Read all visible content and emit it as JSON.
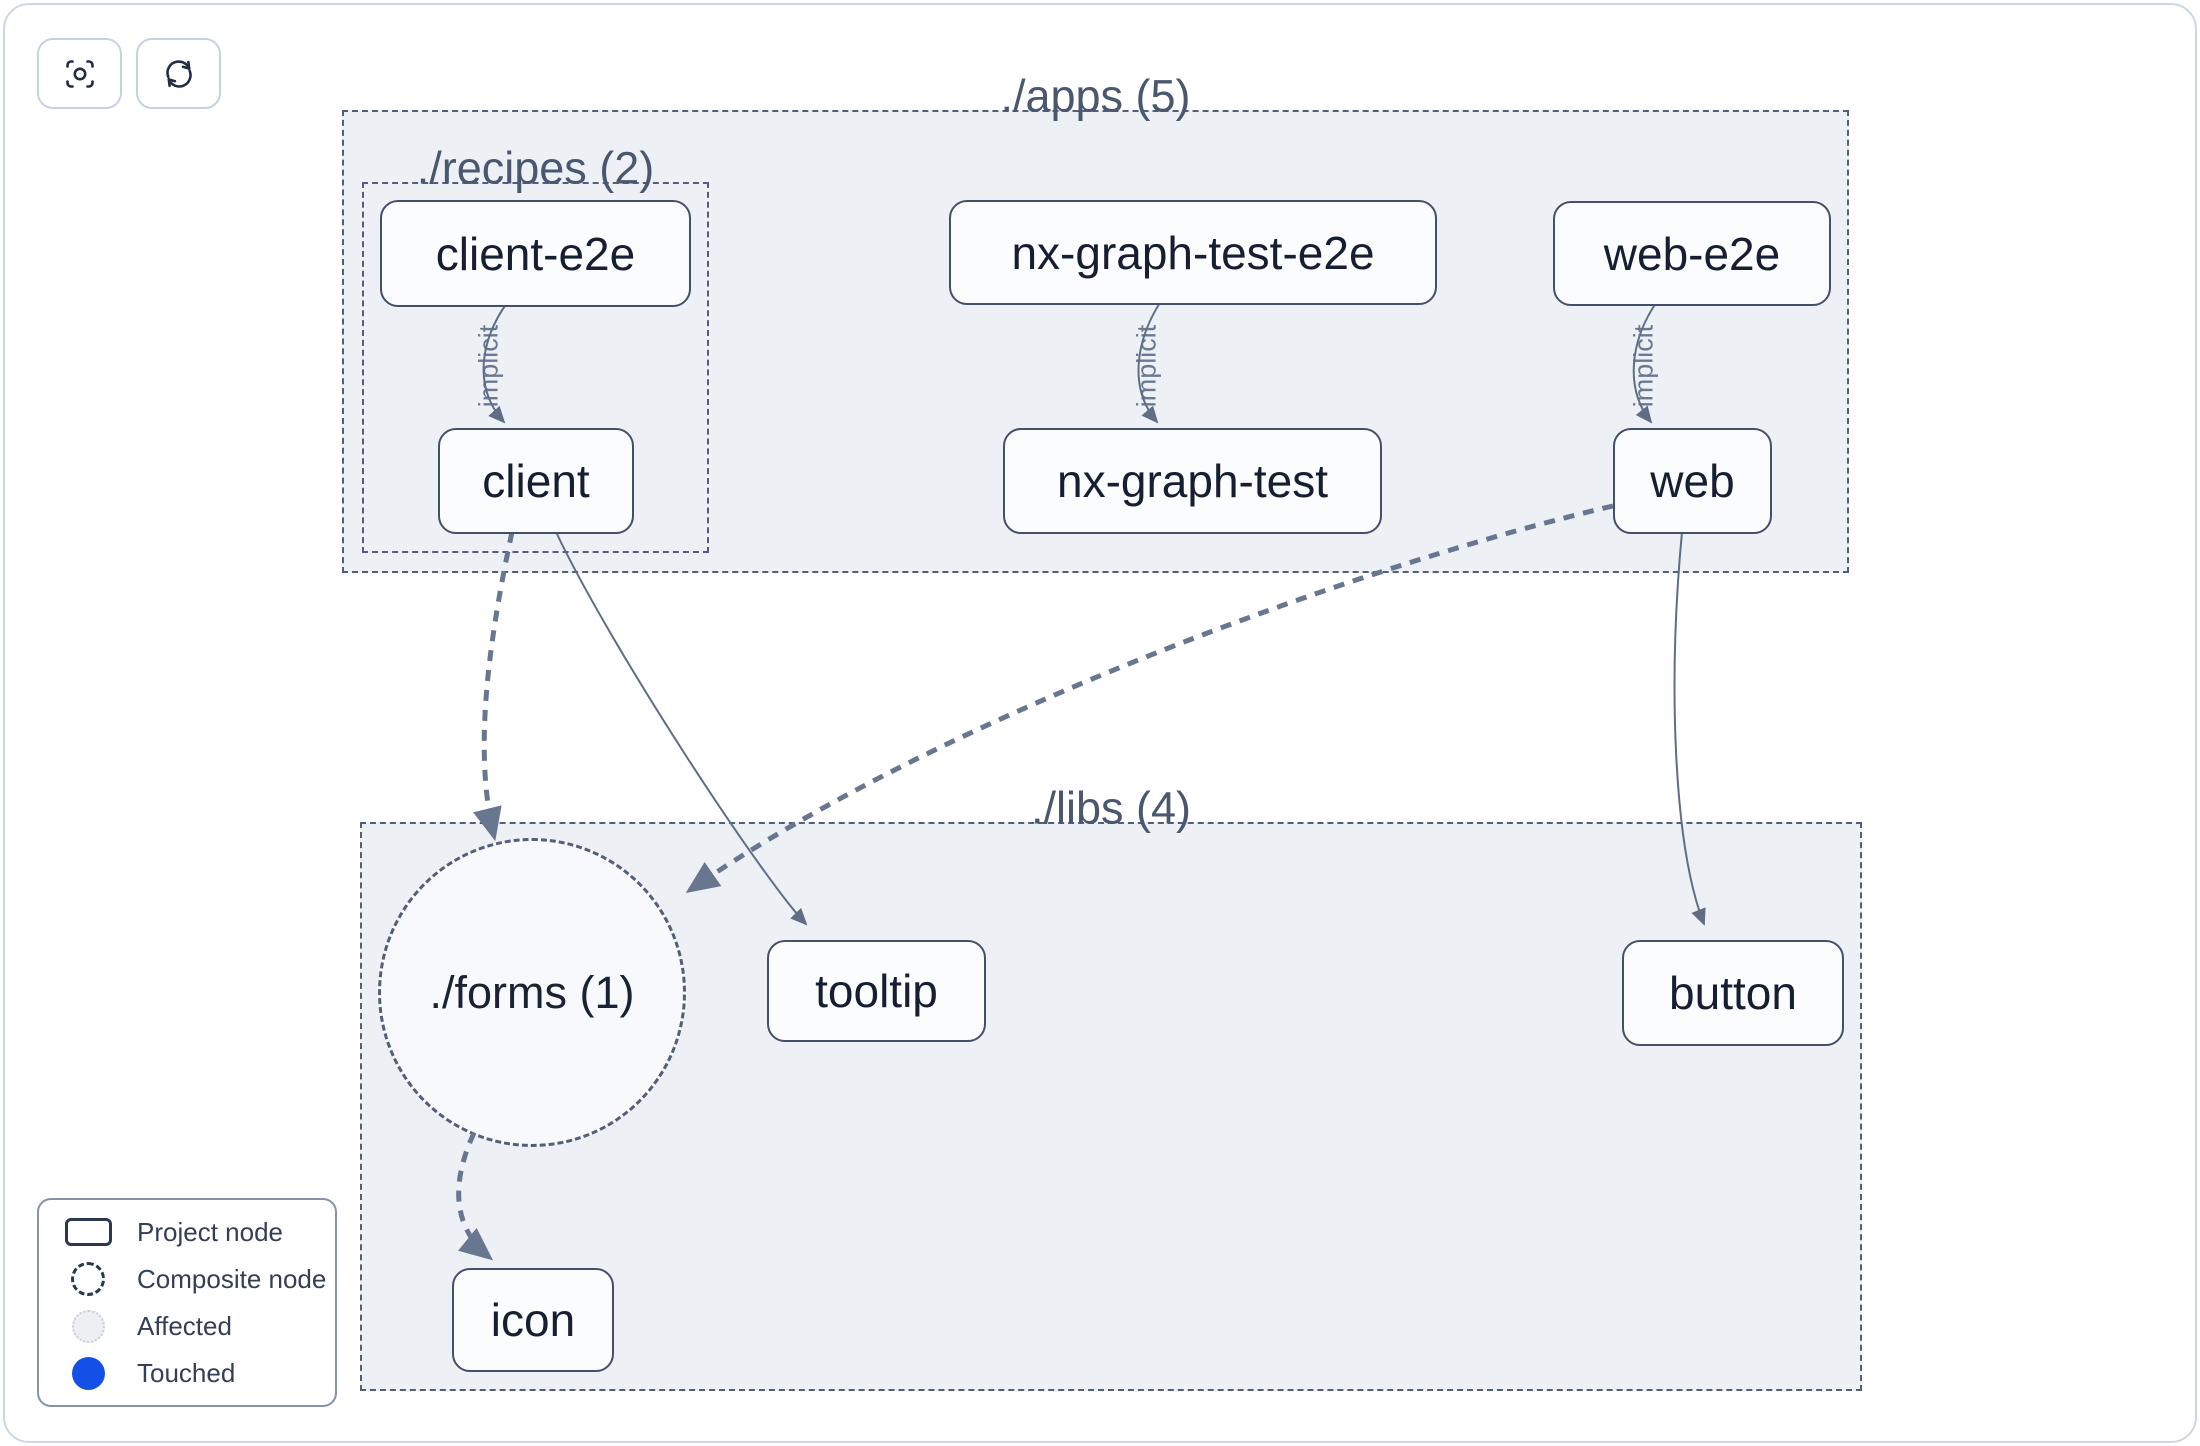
{
  "toolbar": {
    "focus_button": {
      "icon": "focus-icon"
    },
    "refresh_button": {
      "icon": "refresh-icon"
    }
  },
  "groups": {
    "apps": {
      "label": "./apps (5)"
    },
    "recipes": {
      "label": "./recipes (2)"
    },
    "libs": {
      "label": "./libs (4)"
    },
    "forms": {
      "label": "./forms (1)"
    }
  },
  "nodes": [
    {
      "id": "client-e2e",
      "label": "client-e2e"
    },
    {
      "id": "client",
      "label": "client"
    },
    {
      "id": "nx-graph-test-e2e",
      "label": "nx-graph-test-e2e"
    },
    {
      "id": "nx-graph-test",
      "label": "nx-graph-test"
    },
    {
      "id": "web-e2e",
      "label": "web-e2e"
    },
    {
      "id": "web",
      "label": "web"
    },
    {
      "id": "tooltip",
      "label": "tooltip"
    },
    {
      "id": "button",
      "label": "button"
    },
    {
      "id": "icon",
      "label": "icon"
    }
  ],
  "edges": [
    {
      "source": "client-e2e",
      "target": "client",
      "type": "implicit",
      "label": "implicit"
    },
    {
      "source": "nx-graph-test-e2e",
      "target": "nx-graph-test",
      "type": "implicit",
      "label": "implicit"
    },
    {
      "source": "web-e2e",
      "target": "web",
      "type": "implicit",
      "label": "implicit"
    },
    {
      "source": "client",
      "target": "./forms",
      "type": "composite",
      "label": ""
    },
    {
      "source": "web",
      "target": "./forms",
      "type": "composite",
      "label": ""
    },
    {
      "source": "./forms",
      "target": "icon",
      "type": "composite",
      "label": ""
    },
    {
      "source": "client",
      "target": "tooltip",
      "type": "static",
      "label": ""
    },
    {
      "source": "web",
      "target": "button",
      "type": "static",
      "label": ""
    }
  ],
  "legend": {
    "items": [
      {
        "icon": "project-node-icon",
        "label": "Project node"
      },
      {
        "icon": "composite-node-icon",
        "label": "Composite node"
      },
      {
        "icon": "affected-icon",
        "label": "Affected"
      },
      {
        "icon": "touched-icon",
        "label": "Touched"
      }
    ]
  },
  "colors": {
    "container_fill": "#edf1f6",
    "node_border": "#44506a",
    "edge": "#68768f",
    "dashed_border": "#535f78",
    "touched_blue": "#1450e8"
  }
}
